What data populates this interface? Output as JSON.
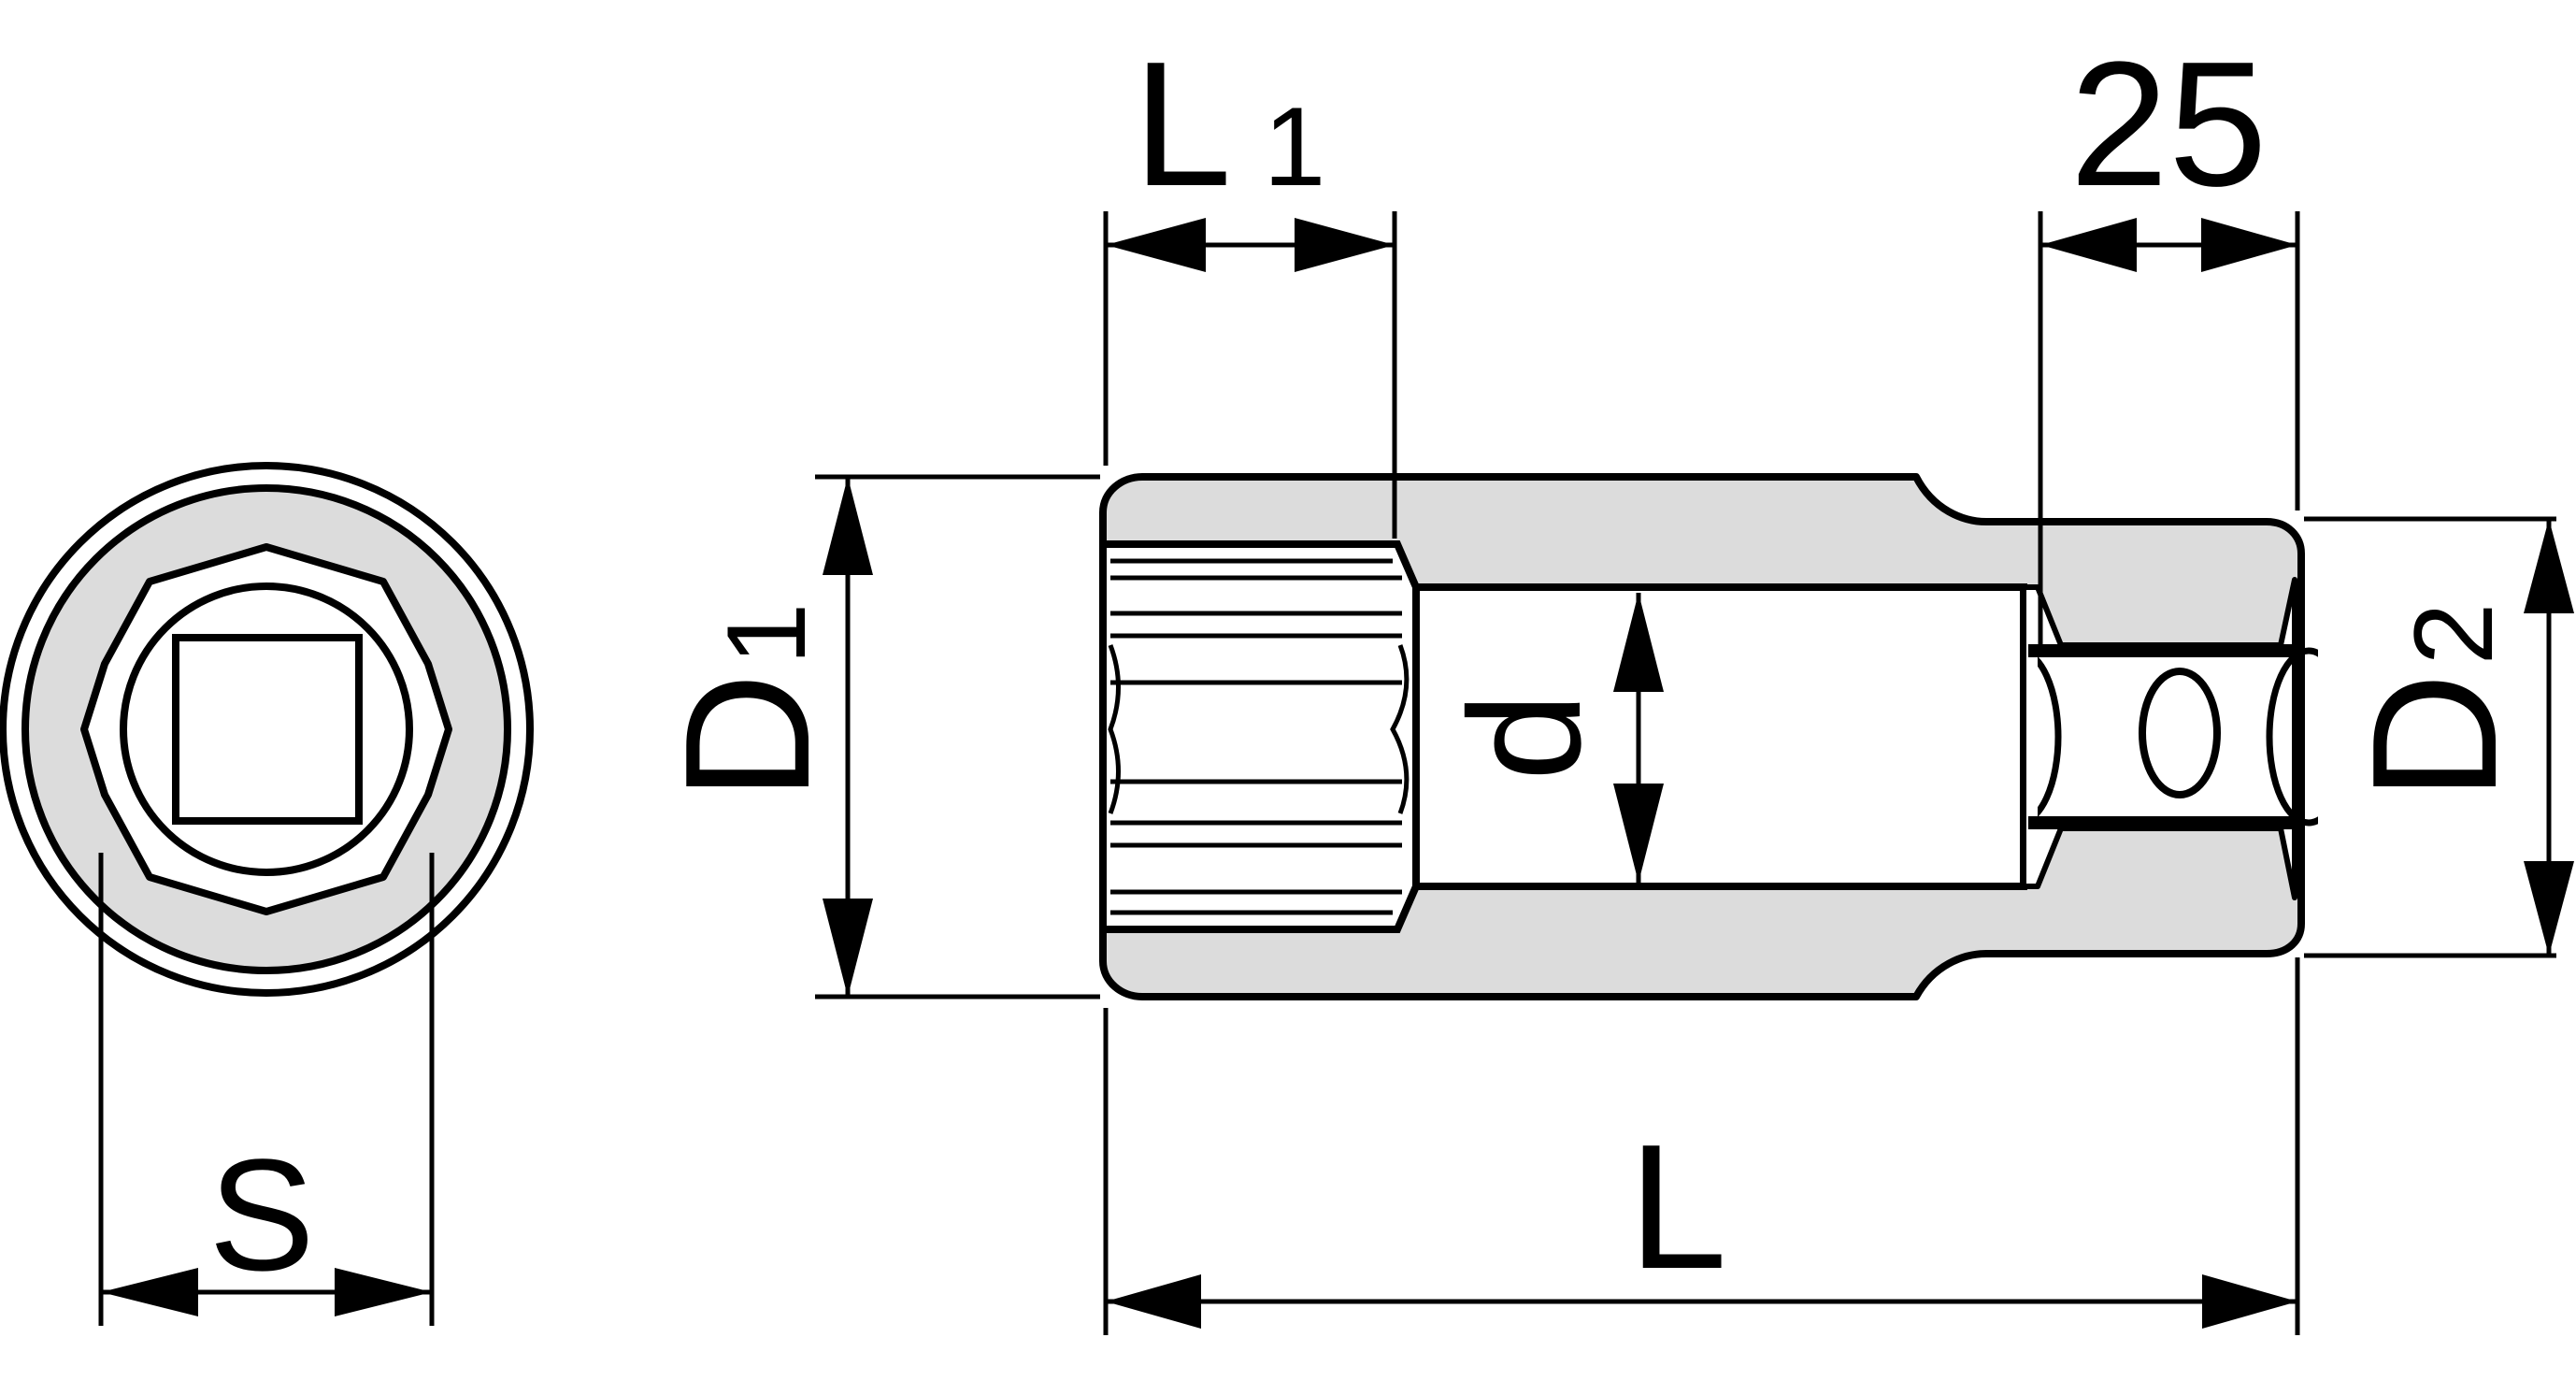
{
  "colors": {
    "stroke": "#000000",
    "body_fill": "#dcdcdc",
    "background": "#ffffff"
  },
  "labels": {
    "L1": {
      "main": "L",
      "sub": "1"
    },
    "dim_25": "25",
    "D1": {
      "main": "D",
      "sub": "1"
    },
    "d": "d",
    "D2": {
      "main": "D",
      "sub": "2"
    },
    "L": "L",
    "S": "S"
  }
}
